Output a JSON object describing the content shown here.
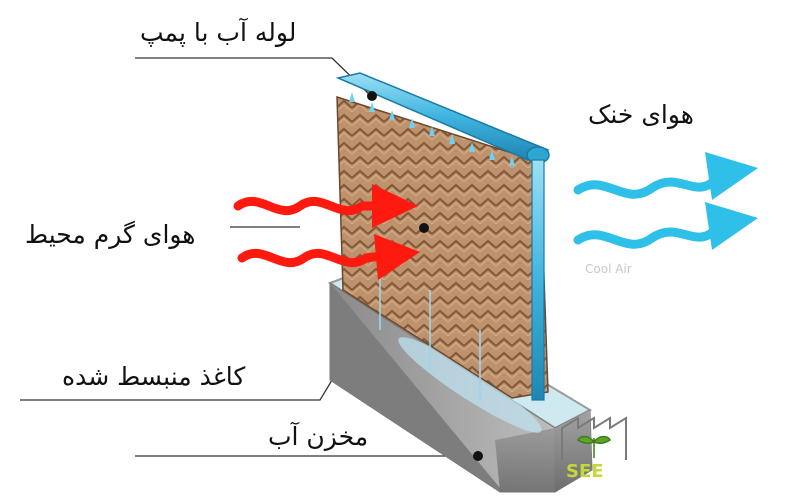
{
  "labels": {
    "water_pipe_pump": "لوله آب با پمپ",
    "cool_air": "هوای خنک",
    "warm_ambient_air": "هوای گرم محیط",
    "cellulose_pad": "کاغذ منبسط شده",
    "water_tank": "مخزن آب"
  },
  "faint_text": {
    "cool_air_en": "Cool Air"
  },
  "logo": {
    "letters": "SEE"
  },
  "colors": {
    "hot_arrow": "#ff1a10",
    "cool_arrow": "#2fc0ea",
    "pipe": "#3fb4de",
    "pad": "#c6936a",
    "tank": "#8c8c8c",
    "leader": "#333333"
  }
}
